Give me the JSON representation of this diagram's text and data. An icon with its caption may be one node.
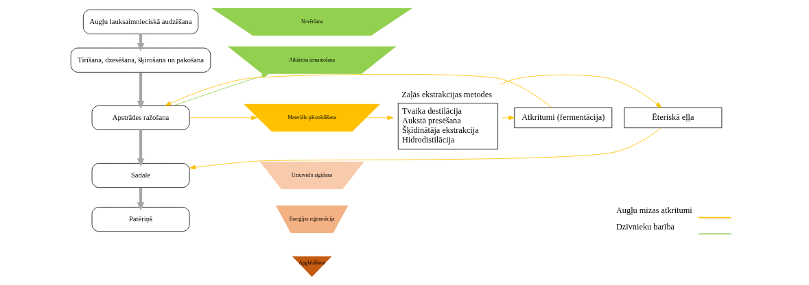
{
  "diagram": {
    "nodes": [
      {
        "text": [
          "Augļu lauksaimnieciskā audzēšana"
        ]
      },
      {
        "text": [
          "Tīrīšana, dzesēšana, šķirošana un pakošana"
        ]
      },
      {
        "text": [
          "Apstrādes ražošana"
        ]
      },
      {
        "text": [
          "Sadale"
        ]
      },
      {
        "text": [
          "Patēriņš"
        ]
      },
      {
        "text": [
          "Novēršana"
        ]
      },
      {
        "text": [
          "Atkārtota izmantošana"
        ]
      },
      {
        "text": [
          "Materiālu pārstrādāšana"
        ]
      },
      {
        "text": [
          "Uzturvielu atgūšana"
        ]
      },
      {
        "text": [
          "Enerģijas reģenerācija"
        ]
      },
      {
        "text": [
          "Apglabāšana"
        ]
      },
      {
        "text": [
          "Zaļās ekstrakcijas metodes",
          "Tvaika destilācija",
          "Aukstā presēšana",
          "Šķīdinātāja ekstrakcija",
          "Hidrodistilācija"
        ]
      },
      {
        "text": [
          "Atkritumi (fermentācija)"
        ]
      },
      {
        "text": [
          "Ēteriskā eļļa"
        ]
      }
    ],
    "edges": [
      {
        "from": 0,
        "to": 1,
        "arrow": "to",
        "style": "thick",
        "color": "#a6a6a6"
      },
      {
        "from": 1,
        "to": 2,
        "arrow": "to",
        "style": "thick",
        "color": "#a6a6a6"
      },
      {
        "from": 2,
        "to": 3,
        "arrow": "to",
        "style": "thick",
        "color": "#a6a6a6"
      },
      {
        "from": 3,
        "to": 4,
        "arrow": "to",
        "style": "thick",
        "color": "#a6a6a6"
      },
      {
        "from": 2,
        "to": 6,
        "arrow": "to",
        "color": "#92d050"
      },
      {
        "from": 2,
        "to": 7,
        "arrow": "to"
      },
      {
        "from": 7,
        "to": 11,
        "arrow": "to"
      },
      {
        "from": 11,
        "to": 12,
        "arrow": "to"
      },
      {
        "from": 11,
        "to": 13,
        "arrow": "to"
      },
      {
        "from": 12,
        "to": 2,
        "arrow": "to"
      },
      {
        "from": 13,
        "to": 3,
        "arrow": "to"
      }
    ],
    "legend": [
      {
        "text": "Augļu mizas atkritumi"
      },
      {
        "text": "Dzīvnieku barība"
      }
    ]
  }
}
